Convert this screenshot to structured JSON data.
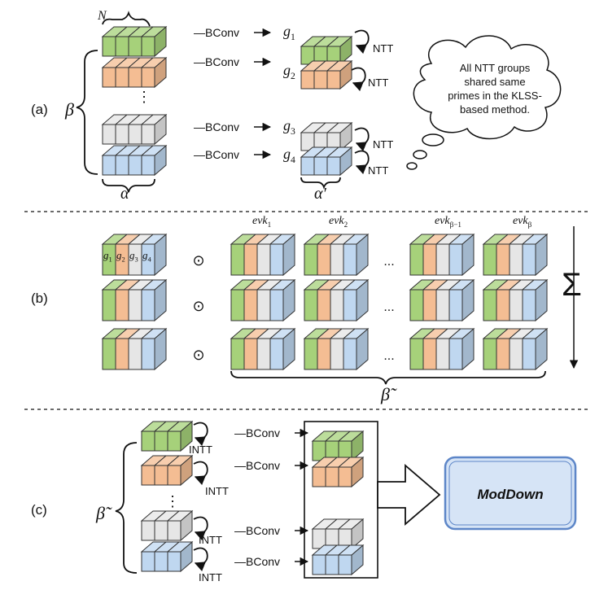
{
  "panels": {
    "a": {
      "label": "(a)",
      "beta": "β",
      "alpha": "α",
      "alpha_prime": "α′",
      "n_label": "N"
    },
    "b": {
      "label": "(b)",
      "odot": "⊙",
      "ellipsis": "...",
      "sum": "Σ",
      "beta_tilde": "β̃"
    },
    "c": {
      "label": "(c)",
      "beta_tilde": "β̃"
    }
  },
  "ops": {
    "bconv": "—BConv",
    "ntt": "NTT",
    "intt": "INTT"
  },
  "groups_a": [
    "g",
    "g",
    "g",
    "g"
  ],
  "groups_a_sub": [
    "1",
    "2",
    "3",
    "4"
  ],
  "group_labels_b": [
    "g1",
    "g2",
    "g3",
    "g4"
  ],
  "evk_labels": [
    "evk",
    "evk",
    "evk",
    "evk"
  ],
  "evk_subs": [
    "1",
    "2",
    "β−1",
    "β"
  ],
  "note": {
    "lines": [
      "All NTT groups",
      "shared same",
      "primes in the KLSS-",
      "based method."
    ]
  },
  "moddown_label": "ModDown",
  "vertical_dots": "⋮",
  "colors": {
    "green": "#a6d17a",
    "orange": "#f4bd93",
    "gray": "#e6e6e6",
    "blue": "#bfd7f0",
    "moddown_fill": "#d6e4f6",
    "moddown_stroke": "#5d86c8"
  }
}
